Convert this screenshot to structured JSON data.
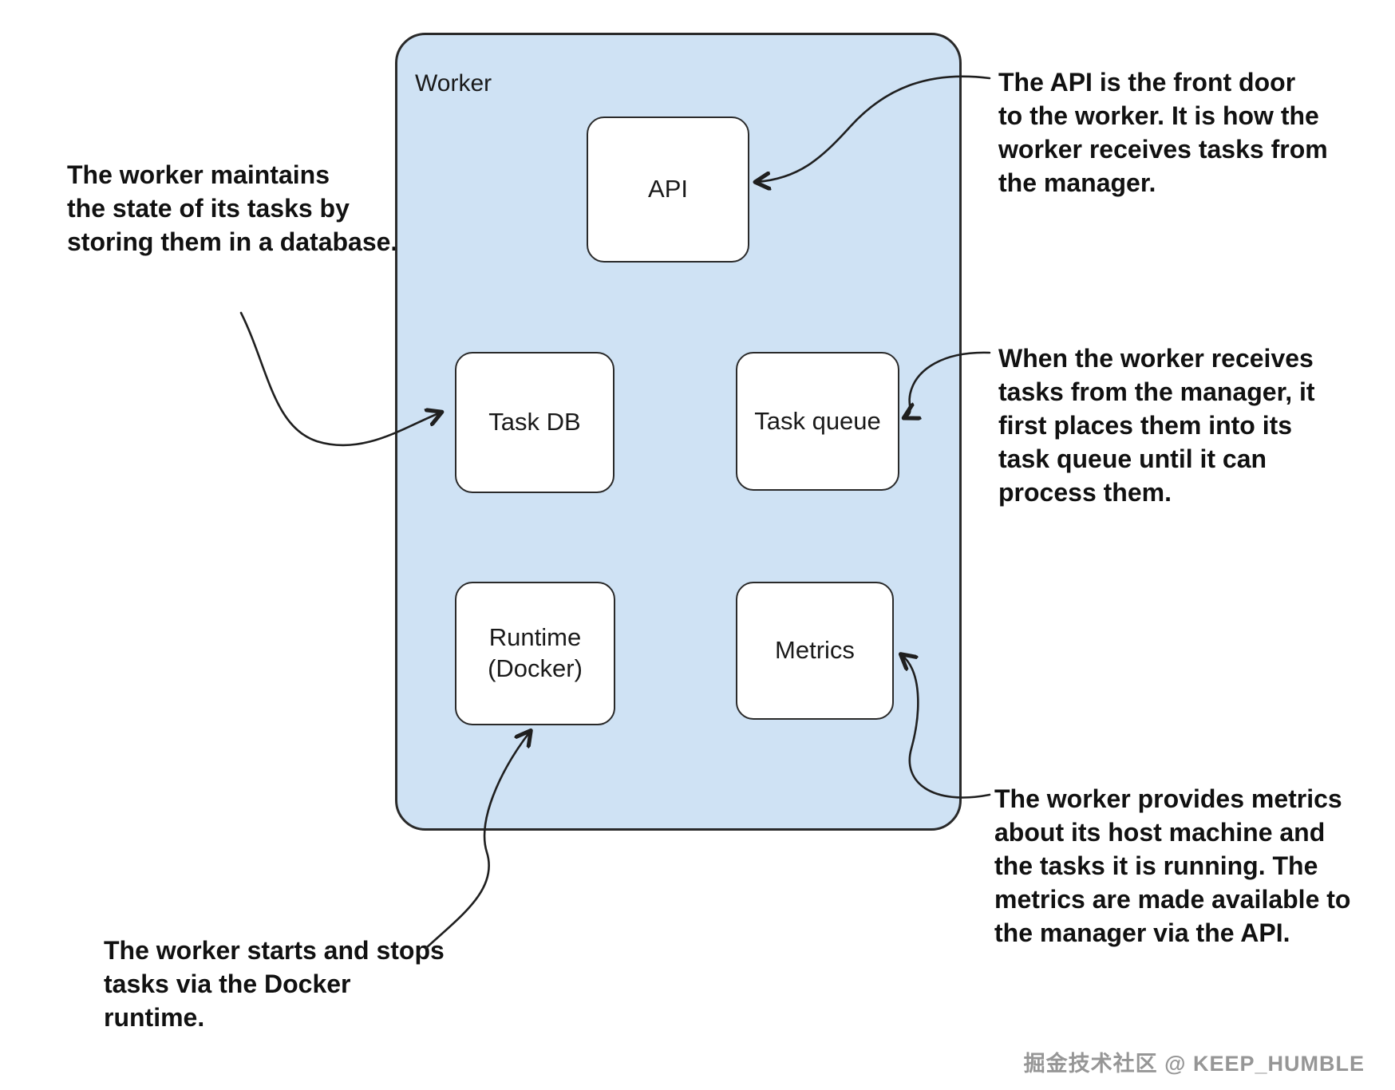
{
  "diagram": {
    "container": {
      "label": "Worker"
    },
    "nodes": {
      "api": {
        "label": "API"
      },
      "task_db": {
        "label": "Task DB"
      },
      "task_queue": {
        "label": "Task queue"
      },
      "runtime": {
        "label": "Runtime (Docker)"
      },
      "metrics": {
        "label": "Metrics"
      }
    },
    "annotations": {
      "task_db": "The worker maintains\nthe state of its tasks by\nstoring them in a database.",
      "api": "The API is the front door\nto the worker. It is how the\nworker receives tasks from\nthe manager.",
      "task_queue": "When the worker receives\ntasks from the manager, it\nfirst places them into its\ntask queue until it can\nprocess them.",
      "metrics": "The worker provides metrics\nabout its host machine and\nthe tasks it is running. The\nmetrics are made available to\nthe manager via the API.",
      "runtime": "The worker starts and stops\ntasks via the Docker runtime."
    },
    "colors": {
      "container_fill": "#cfe2f4",
      "node_fill": "#ffffff",
      "stroke": "#1f1f1f"
    }
  },
  "watermark": "掘金技术社区 @ KEEP_HUMBLE"
}
